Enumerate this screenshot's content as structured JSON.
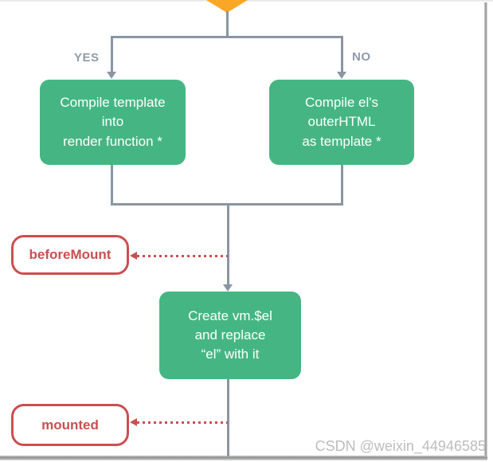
{
  "diagram": {
    "branch_labels": {
      "yes": "YES",
      "no": "NO"
    },
    "nodes": {
      "compile_template": {
        "lines": [
          "Compile template",
          "into",
          "render function *"
        ]
      },
      "compile_outerhtml": {
        "lines": [
          "Compile el's",
          "outerHTML",
          "as template *"
        ]
      },
      "create_vm_el": {
        "lines": [
          "Create vm.$el",
          "and replace",
          "“el” with it"
        ]
      }
    },
    "hooks": {
      "before_mount": {
        "label": "beforeMount"
      },
      "mounted": {
        "label": "mounted"
      }
    },
    "colors": {
      "node_green": "#45b683",
      "hook_red": "#cc4e50",
      "line_gray": "#8a96a3",
      "diamond_orange": "#f9a724",
      "label_gray": "#8e9cab",
      "watermark_gray": "#bdbdbd"
    }
  },
  "watermark": {
    "text": "CSDN @weixin_44946585"
  }
}
